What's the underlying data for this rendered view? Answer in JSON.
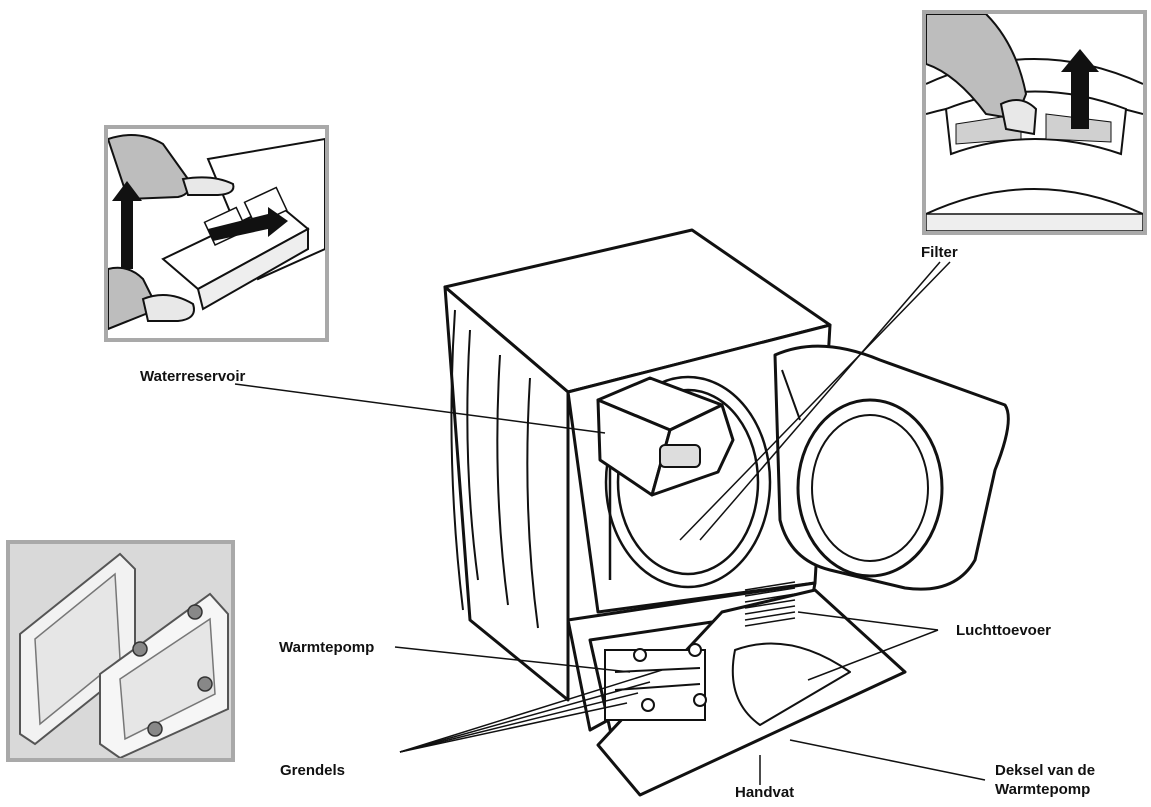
{
  "labels": {
    "waterreservoir": "Waterreservoir",
    "filter": "Filter",
    "warmtepomp": "Warmtepomp",
    "luchttoevoer": "Luchttoevoer",
    "grendels": "Grendels",
    "handvat": "Handvat",
    "deksel_line1": "Deksel van de",
    "deksel_line2": "Warmtepomp"
  },
  "insets": [
    {
      "name": "waterreservoir-removal"
    },
    {
      "name": "filter-removal"
    },
    {
      "name": "heat-pump-cover-latches"
    }
  ],
  "colors": {
    "ink": "#111111",
    "inset_border": "#a9a9a9",
    "skin": "#e8e8e8",
    "sleeve": "#bdbdbd",
    "panel": "#d9d9d9"
  }
}
